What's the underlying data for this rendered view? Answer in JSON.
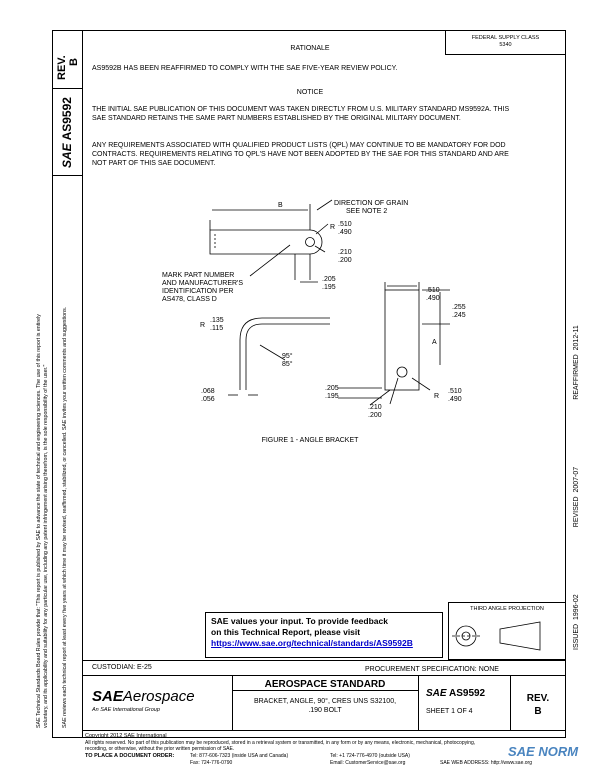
{
  "header": {
    "federal_class_label": "FEDERAL SUPPLY CLASS",
    "federal_class_value": "5340"
  },
  "sidebar": {
    "rev_label": "REV.",
    "rev_value": "B",
    "doc_logo": "SAE",
    "doc_number": "AS9592",
    "issued": "ISSUED 1996-02",
    "revised": "REVISED 2007-07",
    "reaffirmed": "REAFFIRMED 2012-11",
    "legal_text_1": "SAE Technical Standards Board Rules provide that: \"This report is published by SAE to advance the state of technical and engineering sciences. The use of this report is entirely",
    "legal_text_2": "voluntary, and its applicability and suitability for any particular use, including any patent infringement arising therefrom, is the sole responsibility of the user.\"",
    "legal_text_3": "SAE reviews each technical report at least every five years at which time it may be revised, reaffirmed, stabilized, or cancelled. SAE invites your written comments and suggestions."
  },
  "body": {
    "rationale_heading": "RATIONALE",
    "rationale_text": "AS9592B HAS BEEN REAFFIRMED TO COMPLY WITH THE SAE FIVE-YEAR REVIEW POLICY.",
    "notice_heading": "NOTICE",
    "notice_p1": "THE INITIAL SAE PUBLICATION OF THIS DOCUMENT WAS TAKEN DIRECTLY FROM U.S. MILITARY STANDARD MS9592A. THIS SAE STANDARD RETAINS THE SAME PART NUMBERS ESTABLISHED BY THE ORIGINAL MILITARY DOCUMENT.",
    "notice_p2": "ANY REQUIREMENTS ASSOCIATED WITH QUALIFIED PRODUCT LISTS (QPL) MAY CONTINUE TO BE MANDATORY FOR DOD CONTRACTS. REQUIREMENTS RELATING TO QPL'S HAVE NOT BEEN ADOPTED BY THE SAE FOR THIS STANDARD AND ARE NOT PART OF THIS SAE DOCUMENT."
  },
  "figure": {
    "caption": "FIGURE 1 - ANGLE BRACKET",
    "label_b": "B",
    "label_a": "A",
    "grain_line1": "DIRECTION OF GRAIN",
    "grain_line2": "SEE NOTE 2",
    "mark_line1": "MARK PART NUMBER",
    "mark_line2": "AND MANUFACTURER'S",
    "mark_line3": "IDENTIFICATION PER",
    "mark_line4": "AS478, CLASS D",
    "dim_r510_a": ".510",
    "dim_r490_a": ".490",
    "dim_d210_a": ".210",
    "dim_d200_a": ".200",
    "dim_205": ".205",
    "dim_195": ".195",
    "dim_510_b": ".510",
    "dim_490_b": ".490",
    "dim_255": ".255",
    "dim_245": ".245",
    "dim_r135": ".135",
    "dim_r115": ".115",
    "dim_95": "95°",
    "dim_85": "85°",
    "dim_068": ".068",
    "dim_056": ".056",
    "dim_205_b": ".205",
    "dim_195_b": ".195",
    "dim_r510_b": ".510",
    "dim_r490_b": ".490",
    "dim_d210_b": ".210",
    "dim_d200_b": ".200",
    "r": "R"
  },
  "feedback": {
    "line1": "SAE values your input. To provide feedback",
    "line2": "on this Technical Report, please visit",
    "link": "https://www.sae.org/technical/standards/AS9592B"
  },
  "projection": {
    "label": "THIRD ANGLE PROJECTION"
  },
  "title_block": {
    "custodian": "CUSTODIAN: E-25",
    "procurement": "PROCUREMENT SPECIFICATION: NONE",
    "logo_sae": "SAE",
    "logo_aero": "Aerospace",
    "logo_sub": "An SAE International Group",
    "standard_title": "AEROSPACE STANDARD",
    "part_line1": "BRACKET, ANGLE, 90°, CRES UNS S32100,",
    "part_line2": ".190 BOLT",
    "doc_logo": "SAE",
    "doc_number": "AS9592",
    "sheet": "SHEET 1 OF 4",
    "rev_label": "REV.",
    "rev_value": "B"
  },
  "footer": {
    "copyright": "Copyright 2012 SAE International",
    "rights": "All rights reserved. No part of this publication may be reproduced, stored in a retrieval system or transmitted, in any form or by any means, electronic, mechanical, photocopying,",
    "rights2": "recording, or otherwise, without the prior written permission of SAE.",
    "order_label": "TO PLACE A DOCUMENT ORDER:",
    "tel1": "Tel: 877-606-7323 (inside USA and Canada)",
    "tel2": "Tel: +1 724-776-4970 (outside USA)",
    "fax": "Fax: 724-776-0790",
    "email": "Email: CustomerService@sae.org",
    "web": "SAE WEB ADDRESS: http://www.sae.org",
    "watermark": "SAE NORM"
  }
}
